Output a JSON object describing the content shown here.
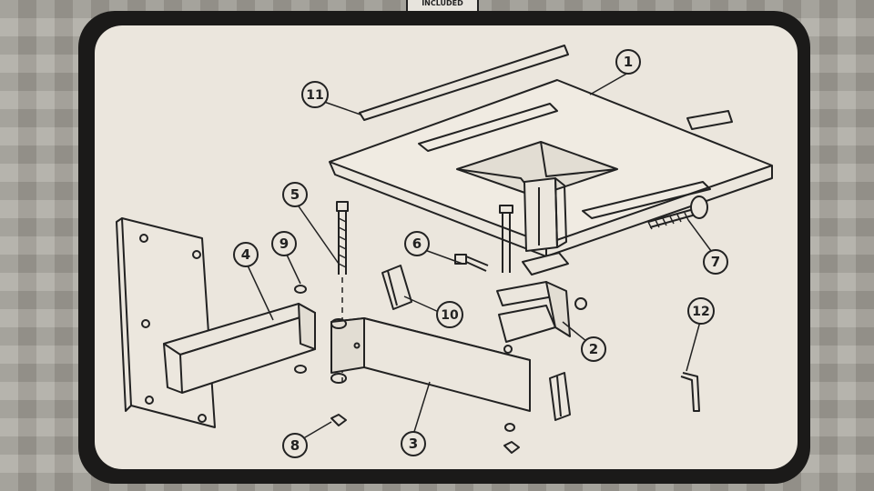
{
  "package": {
    "stamp_text": "INCLUDED"
  },
  "callouts": [
    {
      "id": "callout-1",
      "number": "1"
    },
    {
      "id": "callout-2",
      "number": "2"
    },
    {
      "id": "callout-3",
      "number": "3"
    },
    {
      "id": "callout-4",
      "number": "4"
    },
    {
      "id": "callout-5",
      "number": "5"
    },
    {
      "id": "callout-6",
      "number": "6"
    },
    {
      "id": "callout-7",
      "number": "7"
    },
    {
      "id": "callout-8",
      "number": "8"
    },
    {
      "id": "callout-9",
      "number": "9"
    },
    {
      "id": "callout-10",
      "number": "10"
    },
    {
      "id": "callout-11",
      "number": "11"
    },
    {
      "id": "callout-12",
      "number": "12"
    }
  ],
  "colors": {
    "panel": "#ebe6dd",
    "frame": "#1b1a19",
    "ink": "#222222",
    "box_background": "#a7a49c"
  }
}
